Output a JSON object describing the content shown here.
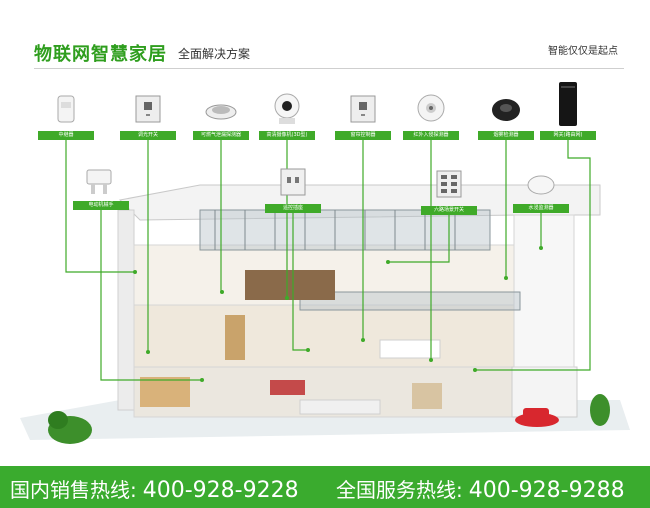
{
  "header": {
    "title": "物联网智慧家居",
    "subtitle": "全面解决方案",
    "slogan": "智能仅仅是起点"
  },
  "devices": [
    {
      "label": "中继器",
      "icon": "relay-plug-icon"
    },
    {
      "label": "调光开关",
      "icon": "dimmer-switch-icon"
    },
    {
      "label": "可燃气泄漏探测器",
      "icon": "gas-detector-icon"
    },
    {
      "label": "高清摄像机(3D型)",
      "icon": "hd-camera-icon"
    },
    {
      "label": "窗帘控制器",
      "icon": "curtain-switch-icon"
    },
    {
      "label": "红外入侵探测器",
      "icon": "infrared-detector-icon"
    },
    {
      "label": "烟雾检测器",
      "icon": "smoke-detector-icon"
    },
    {
      "label": "网关(路由网)",
      "icon": "gateway-router-icon"
    },
    {
      "label": "电动机械手",
      "icon": "robot-arm-icon"
    },
    {
      "label": "遥控插座",
      "icon": "remote-socket-icon"
    },
    {
      "label": "六路场景开关",
      "icon": "scene-switch-icon"
    },
    {
      "label": "水浸监测器",
      "icon": "water-sensor-icon"
    }
  ],
  "footer": {
    "sales_label": "国内销售热线:",
    "sales_number": "400-928-9228",
    "service_label": "全国服务热线:",
    "service_number": "400-928-9288"
  },
  "colors": {
    "brand_green": "#3aab2e",
    "title_green": "#2f9e1e"
  }
}
